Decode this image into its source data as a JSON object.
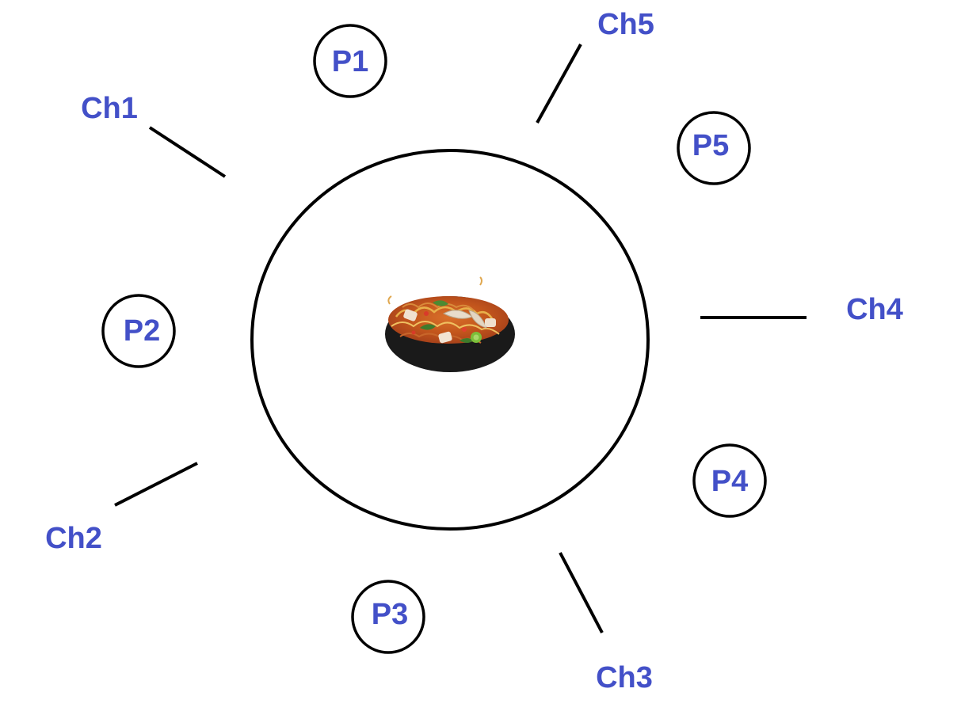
{
  "colors": {
    "label": "#4350c8",
    "stroke": "#000000"
  },
  "table": {
    "dish": "noodle-bowl"
  },
  "philosophers": [
    {
      "label": "P1"
    },
    {
      "label": "P2"
    },
    {
      "label": "P3"
    },
    {
      "label": "P4"
    },
    {
      "label": "P5"
    }
  ],
  "chopsticks": [
    {
      "label": "Ch1"
    },
    {
      "label": "Ch2"
    },
    {
      "label": "Ch3"
    },
    {
      "label": "Ch4"
    },
    {
      "label": "Ch5"
    }
  ]
}
